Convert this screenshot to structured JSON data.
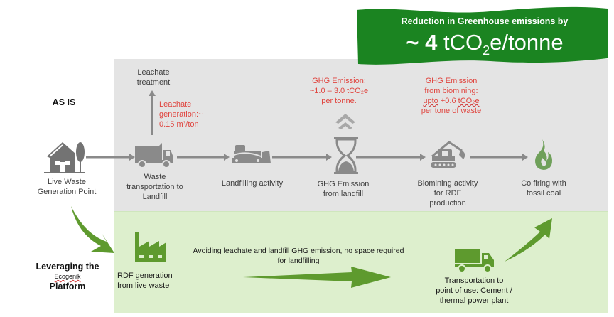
{
  "colors": {
    "banner_green": "#1b8421",
    "grey_band": "#e4e4e4",
    "green_band": "#ddefcd",
    "icon_grey": "#7f7f7f",
    "icon_green": "#5e9a2e",
    "red_text": "#e0453f"
  },
  "banner": {
    "subtitle": "Reduction in Greenhouse emissions by",
    "value_prefix": "~ 4",
    "value_unit_a": " tCO",
    "value_unit_sub": "2",
    "value_unit_b": "e/tonne"
  },
  "as_is": {
    "section_label": "AS IS",
    "source": {
      "icon": "house-tree-icon",
      "label_line1": "Live Waste",
      "label_line2": "Generation Point"
    },
    "steps": [
      {
        "icon": "dump-truck-icon",
        "label_lines": [
          "Waste",
          "transportation to",
          "Landfill"
        ]
      },
      {
        "icon": "bulldozer-icon",
        "label_lines": [
          "Landfilling activity"
        ]
      },
      {
        "icon": "hourglass-icon",
        "label_lines": [
          "GHG Emission",
          "from landfill"
        ]
      },
      {
        "icon": "excavator-icon",
        "label_lines": [
          "Biomining activity",
          "for RDF",
          "production"
        ]
      },
      {
        "icon": "flame-icon",
        "label_lines": [
          "Co firing with",
          "fossil coal"
        ]
      }
    ],
    "leachate_treatment": {
      "line1": "Leachate",
      "line2": "treatment"
    },
    "leachate_generation": {
      "line1": "Leachate",
      "line2": "generation:~",
      "line3": "0.15 m³/ton"
    },
    "ghg_landfill": {
      "line1": "GHG Emission:",
      "line2": "~1.0 – 3.0 tCO₂e",
      "line3": "per tonne."
    },
    "ghg_biomining": {
      "line1": "GHG Emission",
      "line2": "from biomining:",
      "line3_a": "upto",
      "line3_b": " +0.6 ",
      "line3_c": "tCO₂e",
      "line4": "per tone of waste"
    }
  },
  "platform": {
    "label_line1": "Leveraging the",
    "label_line2": "Ecogenik",
    "label_line3": "Platform",
    "rdf": {
      "icon": "factory-icon",
      "line1": "RDF generation",
      "line2": "from live waste"
    },
    "avoid_text_line1": "Avoiding leachate and landfill GHG emission, no space required",
    "avoid_text_line2": "for landfilling",
    "transport": {
      "icon": "truck-icon",
      "line1": "Transportation to",
      "line2": "point of use: Cement /",
      "line3": "thermal power plant"
    }
  }
}
